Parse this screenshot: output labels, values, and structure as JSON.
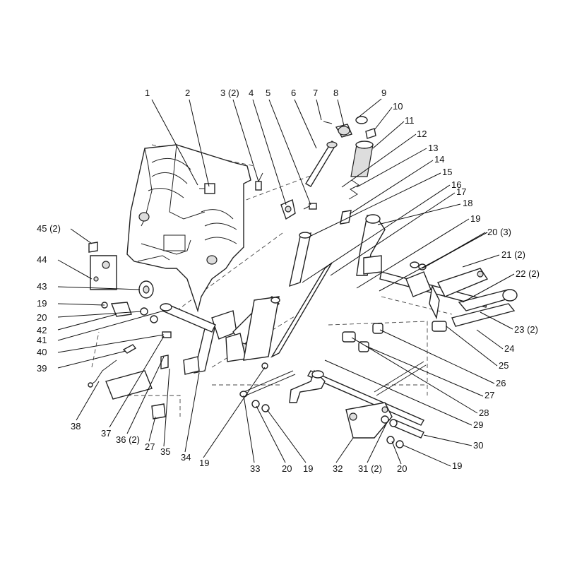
{
  "diagram": {
    "callouts": [
      {
        "id": "c1",
        "label": "1"
      },
      {
        "id": "c2",
        "label": "2"
      },
      {
        "id": "c3",
        "label": "3 (2)"
      },
      {
        "id": "c4",
        "label": "4"
      },
      {
        "id": "c5",
        "label": "5"
      },
      {
        "id": "c6",
        "label": "6"
      },
      {
        "id": "c7",
        "label": "7"
      },
      {
        "id": "c8",
        "label": "8"
      },
      {
        "id": "c9",
        "label": "9"
      },
      {
        "id": "c10",
        "label": "10"
      },
      {
        "id": "c11",
        "label": "11"
      },
      {
        "id": "c12",
        "label": "12"
      },
      {
        "id": "c13",
        "label": "13"
      },
      {
        "id": "c14",
        "label": "14"
      },
      {
        "id": "c15",
        "label": "15"
      },
      {
        "id": "c16",
        "label": "16"
      },
      {
        "id": "c17",
        "label": "17"
      },
      {
        "id": "c18",
        "label": "18"
      },
      {
        "id": "c19a",
        "label": "19"
      },
      {
        "id": "c20a",
        "label": "20 (3)"
      },
      {
        "id": "c21",
        "label": "21 (2)"
      },
      {
        "id": "c22",
        "label": "22 (2)"
      },
      {
        "id": "c23",
        "label": "23 (2)"
      },
      {
        "id": "c24",
        "label": "24"
      },
      {
        "id": "c25",
        "label": "25"
      },
      {
        "id": "c26",
        "label": "26"
      },
      {
        "id": "c27a",
        "label": "27"
      },
      {
        "id": "c28",
        "label": "28"
      },
      {
        "id": "c29",
        "label": "29"
      },
      {
        "id": "c30",
        "label": "30"
      },
      {
        "id": "c19b",
        "label": "19"
      },
      {
        "id": "c20b",
        "label": "20"
      },
      {
        "id": "c31",
        "label": "31 (2)"
      },
      {
        "id": "c32",
        "label": "32"
      },
      {
        "id": "c19c",
        "label": "19"
      },
      {
        "id": "c20c",
        "label": "20"
      },
      {
        "id": "c33",
        "label": "33"
      },
      {
        "id": "c19d",
        "label": "19"
      },
      {
        "id": "c34",
        "label": "34"
      },
      {
        "id": "c35",
        "label": "35"
      },
      {
        "id": "c27b",
        "label": "27"
      },
      {
        "id": "c36",
        "label": "36 (2)"
      },
      {
        "id": "c37",
        "label": "37"
      },
      {
        "id": "c38",
        "label": "38"
      },
      {
        "id": "c39",
        "label": "39"
      },
      {
        "id": "c40",
        "label": "40"
      },
      {
        "id": "c41",
        "label": "41"
      },
      {
        "id": "c42",
        "label": "42"
      },
      {
        "id": "c20d",
        "label": "20"
      },
      {
        "id": "c19e",
        "label": "19"
      },
      {
        "id": "c43",
        "label": "43"
      },
      {
        "id": "c44",
        "label": "44"
      },
      {
        "id": "c45",
        "label": "45 (2)"
      }
    ]
  }
}
